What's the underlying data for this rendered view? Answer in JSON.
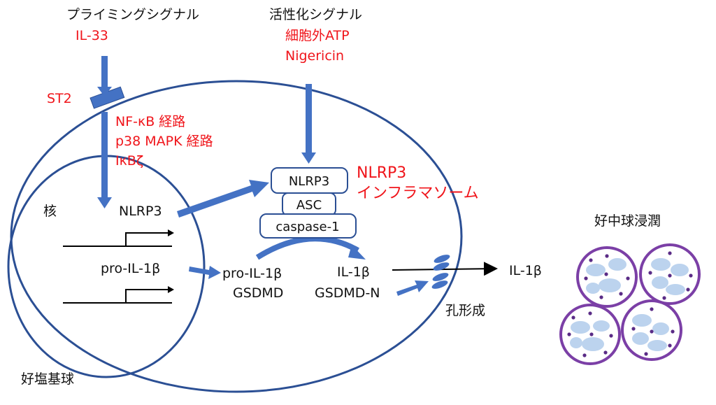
{
  "colors": {
    "cell_line": "#2b4f94",
    "arrow": "#4472c4",
    "red_text": "#f0151b",
    "neutrophil_ring": "#7b3fa6",
    "nucleus_fill": "#bcd3ee",
    "granule": "#5a2b86"
  },
  "signals": {
    "priming_title": "プライミングシグナル",
    "priming_agent": "IL-33",
    "activation_title": "活性化シグナル",
    "activation_agent_1": "細胞外ATP",
    "activation_agent_2": "Nigericin"
  },
  "receptor": {
    "label": "ST2"
  },
  "pathways": [
    "NF-κB 経路",
    "p38 MAPK 経路",
    "IκBζ"
  ],
  "nucleus": {
    "label": "核",
    "gene_1": "NLRP3",
    "gene_2": "pro-IL-1β"
  },
  "inflammasome": {
    "box_1": "NLRP3",
    "box_2": "ASC",
    "box_3": "caspase-1",
    "name_line_1": "NLRP3",
    "name_line_2": "インフラマソーム"
  },
  "cytoplasm": {
    "precursor_1": "pro-IL-1β",
    "precursor_2": "GSDMD",
    "product_1": "IL-1β",
    "product_2": "GSDMD-N"
  },
  "pore": {
    "label": "孔形成"
  },
  "released": {
    "label": "IL-1β"
  },
  "cell": {
    "label": "好塩基球"
  },
  "neutrophils": {
    "title": "好中球浸潤"
  }
}
